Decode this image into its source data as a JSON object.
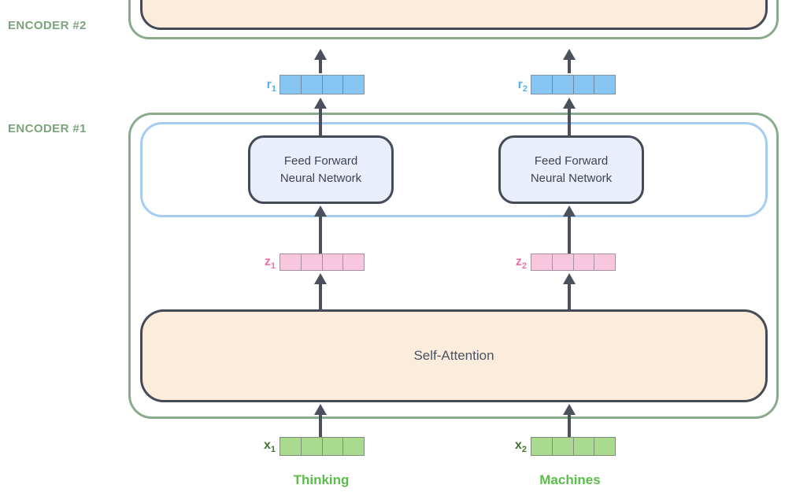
{
  "diagram": {
    "encoder2_label": "ENCODER #2",
    "encoder1_label": "ENCODER #1",
    "ffnn_label_line1": "Feed Forward",
    "ffnn_label_line2": "Neural Network",
    "self_attention_label": "Self-Attention",
    "vectors": {
      "r1": {
        "base": "r",
        "sub": "1"
      },
      "r2": {
        "base": "r",
        "sub": "2"
      },
      "z1": {
        "base": "z",
        "sub": "1"
      },
      "z2": {
        "base": "z",
        "sub": "2"
      },
      "x1": {
        "base": "x",
        "sub": "1"
      },
      "x2": {
        "base": "x",
        "sub": "2"
      }
    },
    "words": {
      "word1": "Thinking",
      "word2": "Machines"
    },
    "colors": {
      "encoder_outline_green": "#8aab8b",
      "encoder_label_green": "#7da37e",
      "ffnn_container_blue": "#a5cdf2",
      "ffnn_fill_blue": "#e9effa",
      "attention_fill_peach": "#fcecdb",
      "box_border_dark": "#454a57",
      "arrow_dark_gray": "#4b505c",
      "text_dark_slate": "#3d4351",
      "vector_r_fill_blue": "#87c6f2",
      "vector_z_fill_pink": "#f8c6dd",
      "vector_x_fill_green": "#a9da8e",
      "label_r_blue": "#56b1e9",
      "label_z_pink": "#ee6fab",
      "label_x_dark_green": "#43722d",
      "word_bright_green": "#5abc49"
    }
  }
}
